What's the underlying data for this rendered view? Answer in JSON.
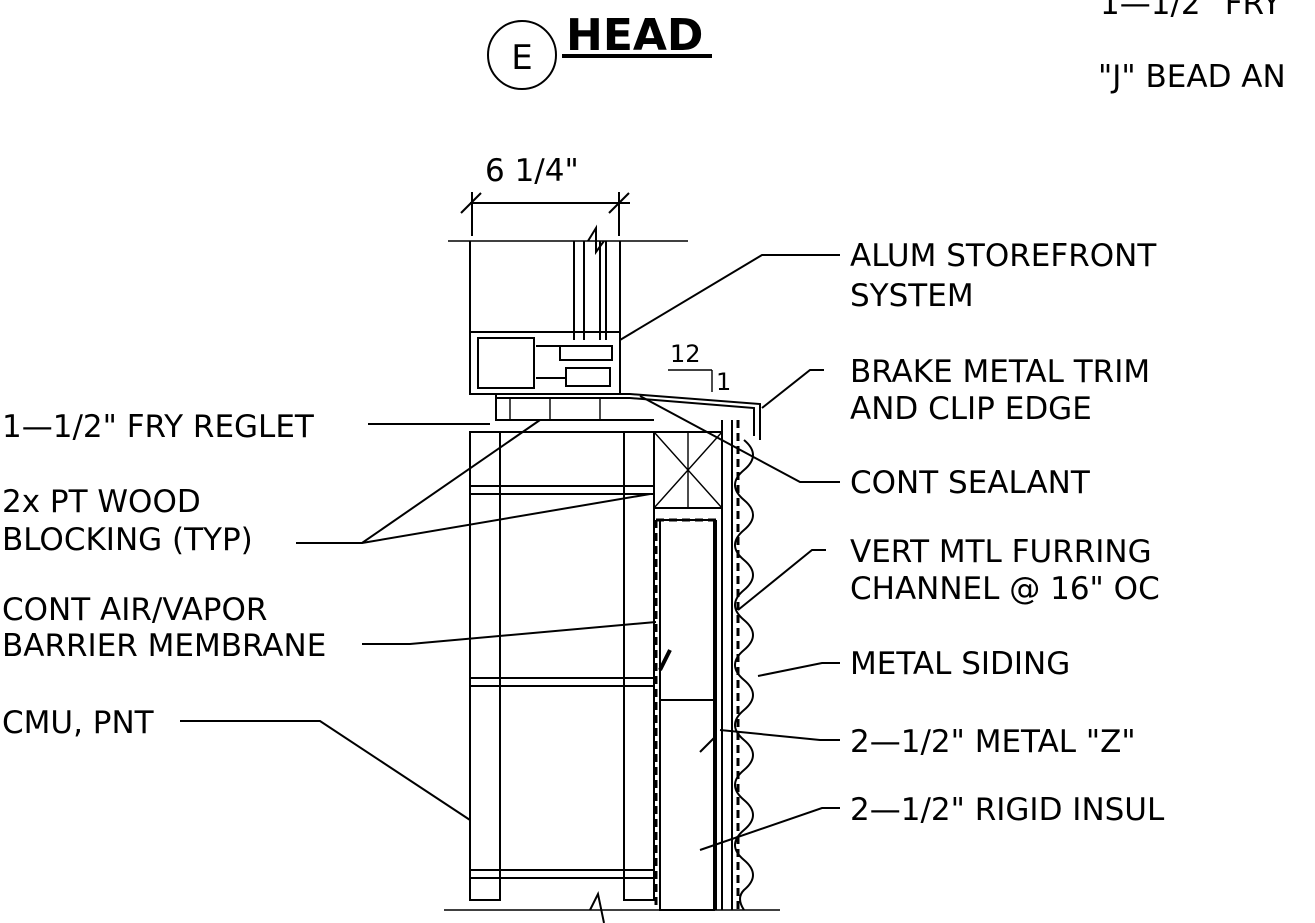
{
  "title": {
    "marker": "E",
    "text": "HEAD"
  },
  "top_right_notes": [
    "1—1/2\" FRY",
    "\"J\" BEAD AN"
  ],
  "dimension": {
    "text": "6 1/4\""
  },
  "slope": {
    "rise_over": "12",
    "run": "1"
  },
  "labels_left": [
    {
      "id": "reglet",
      "lines": [
        "1—1/2\" FRY REGLET"
      ]
    },
    {
      "id": "blocking",
      "lines": [
        "2x PT WOOD",
        "BLOCKING (TYP)"
      ]
    },
    {
      "id": "barrier",
      "lines": [
        "CONT AIR/VAPOR",
        "BARRIER MEMBRANE"
      ]
    },
    {
      "id": "cmu",
      "lines": [
        "CMU, PNT"
      ]
    }
  ],
  "labels_right": [
    {
      "id": "storefront",
      "lines": [
        "ALUM STOREFRONT",
        "SYSTEM"
      ]
    },
    {
      "id": "trim",
      "lines": [
        "BRAKE METAL TRIM",
        "AND CLIP EDGE"
      ]
    },
    {
      "id": "sealant",
      "lines": [
        "CONT SEALANT"
      ]
    },
    {
      "id": "furring",
      "lines": [
        "VERT MTL FURRING",
        "CHANNEL @ 16\" OC"
      ]
    },
    {
      "id": "siding",
      "lines": [
        "METAL SIDING"
      ]
    },
    {
      "id": "zee",
      "lines": [
        "2—1/2\" METAL \"Z\""
      ]
    },
    {
      "id": "insul",
      "lines": [
        "2—1/2\" RIGID INSUL"
      ]
    }
  ]
}
